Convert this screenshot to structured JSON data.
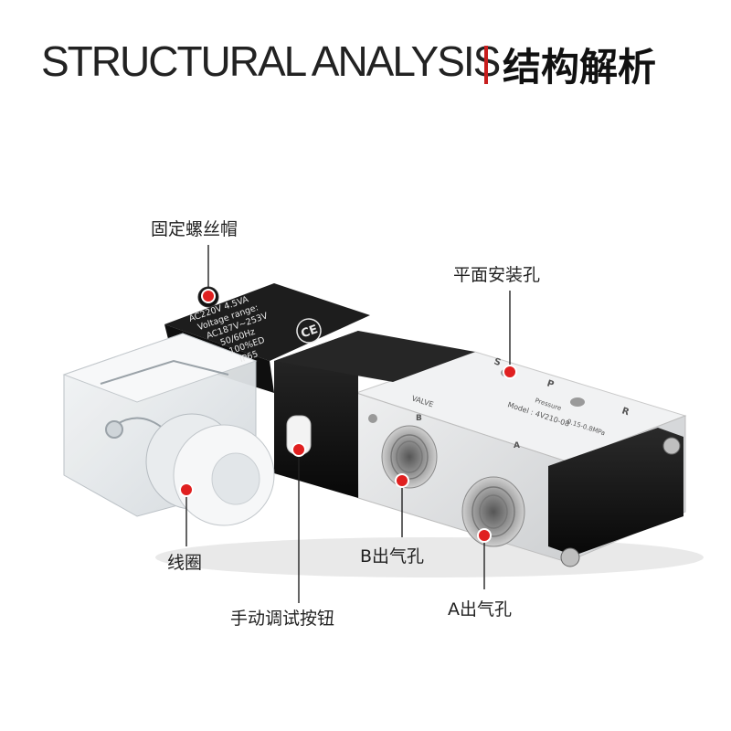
{
  "header": {
    "title_en": "STRUCTURAL ANALYSIS",
    "title_cn": "结构解析"
  },
  "product": {
    "coil_label_lines": [
      "AC220V  4.5VA",
      "Voltage range:",
      "AC187V~253V",
      "50/60Hz",
      "100%ED",
      "IP65"
    ],
    "ce_mark": "CE",
    "body_text": {
      "valve": "VALVE",
      "model": "Model : 4V210-08",
      "pressure": "Pressure",
      "pressure_range": "0.15-0.8MPa",
      "port_b": "B",
      "port_a": "A",
      "port_s": "S",
      "port_p": "P",
      "port_r": "R"
    }
  },
  "callouts": {
    "screw_cap": "固定螺丝帽",
    "mount_hole": "平面安装孔",
    "coil": "线圈",
    "manual_button": "手动调试按钮",
    "outlet_b": "B出气孔",
    "outlet_a": "A出气孔"
  },
  "colors": {
    "accent_red": "#e02020",
    "title_bar": "#c81e1e",
    "valve_body": "#e6e7e8",
    "coil_black": "#141414"
  }
}
